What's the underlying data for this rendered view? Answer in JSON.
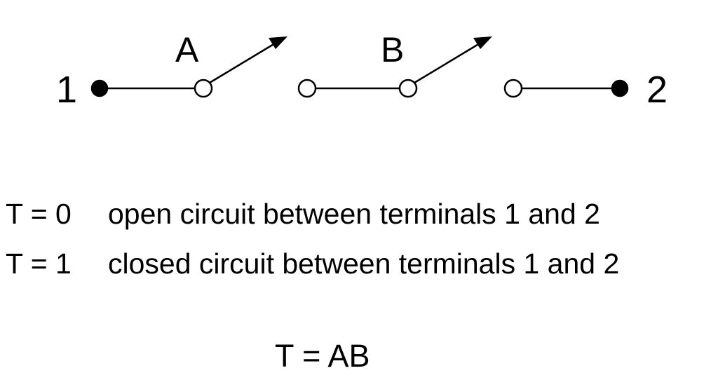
{
  "diagram": {
    "terminals": [
      {
        "label": "1",
        "fill": "#000000"
      },
      {
        "label": "2",
        "fill": "#000000"
      }
    ],
    "switches": [
      {
        "label": "A"
      },
      {
        "label": "B"
      }
    ]
  },
  "definitions": [
    {
      "value": "T = 0",
      "text": "open circuit between terminals 1 and 2"
    },
    {
      "value": "T = 1",
      "text": "closed circuit between terminals 1 and 2"
    }
  ],
  "formula": "T = AB",
  "colors": {
    "ink": "#000000",
    "background": "#ffffff"
  }
}
